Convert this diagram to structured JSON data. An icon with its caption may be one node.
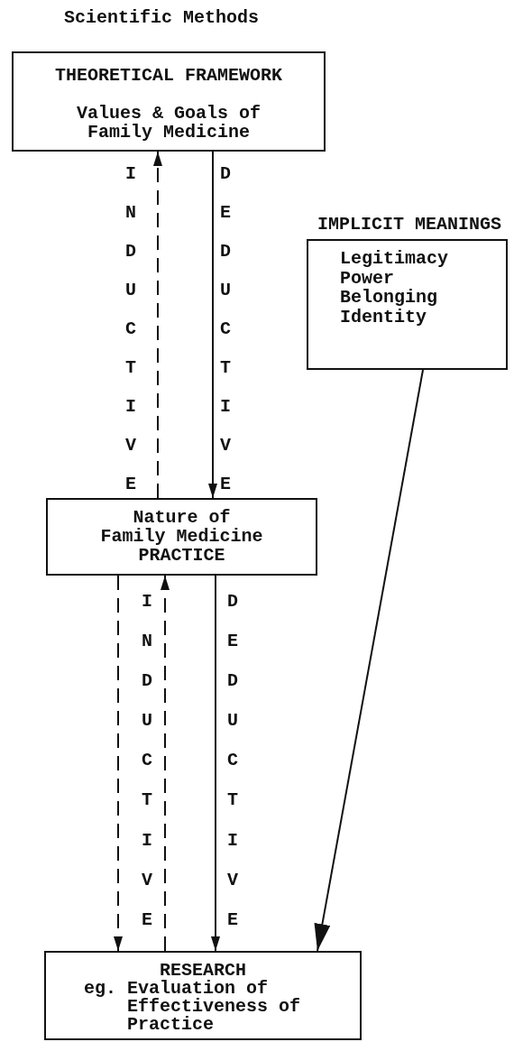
{
  "diagram": {
    "title": "Scientific Methods",
    "nodes": [
      {
        "text": [
          "THEORETICAL FRAMEWORK",
          "Values & Goals of Family Medicine"
        ]
      },
      {
        "text": [
          "IMPLICIT MEANINGS",
          "Legitimacy Power Belonging Identity"
        ]
      },
      {
        "text": [
          "Nature of Family Medicine PRACTICE"
        ]
      },
      {
        "text": [
          "RESEARCH",
          "eg. Evaluation of Effectiveness of Practice"
        ]
      }
    ],
    "edges": [
      {
        "from": 2,
        "to": 0,
        "arrow": "to",
        "style": "dashed"
      },
      {
        "from": 0,
        "to": 2,
        "arrow": "to"
      },
      {
        "from": 3,
        "to": 2,
        "arrow": "to",
        "style": "dashed"
      },
      {
        "from": 2,
        "to": 3,
        "arrow": "to",
        "style": "dashed"
      },
      {
        "from": 2,
        "to": 3,
        "arrow": "to"
      },
      {
        "from": 1,
        "to": 3,
        "arrow": "to"
      }
    ],
    "labels": [
      "INDUCTIVE",
      "DEDUCTIVE",
      "INDUCTIVE",
      "DEDUCTIVE"
    ]
  }
}
